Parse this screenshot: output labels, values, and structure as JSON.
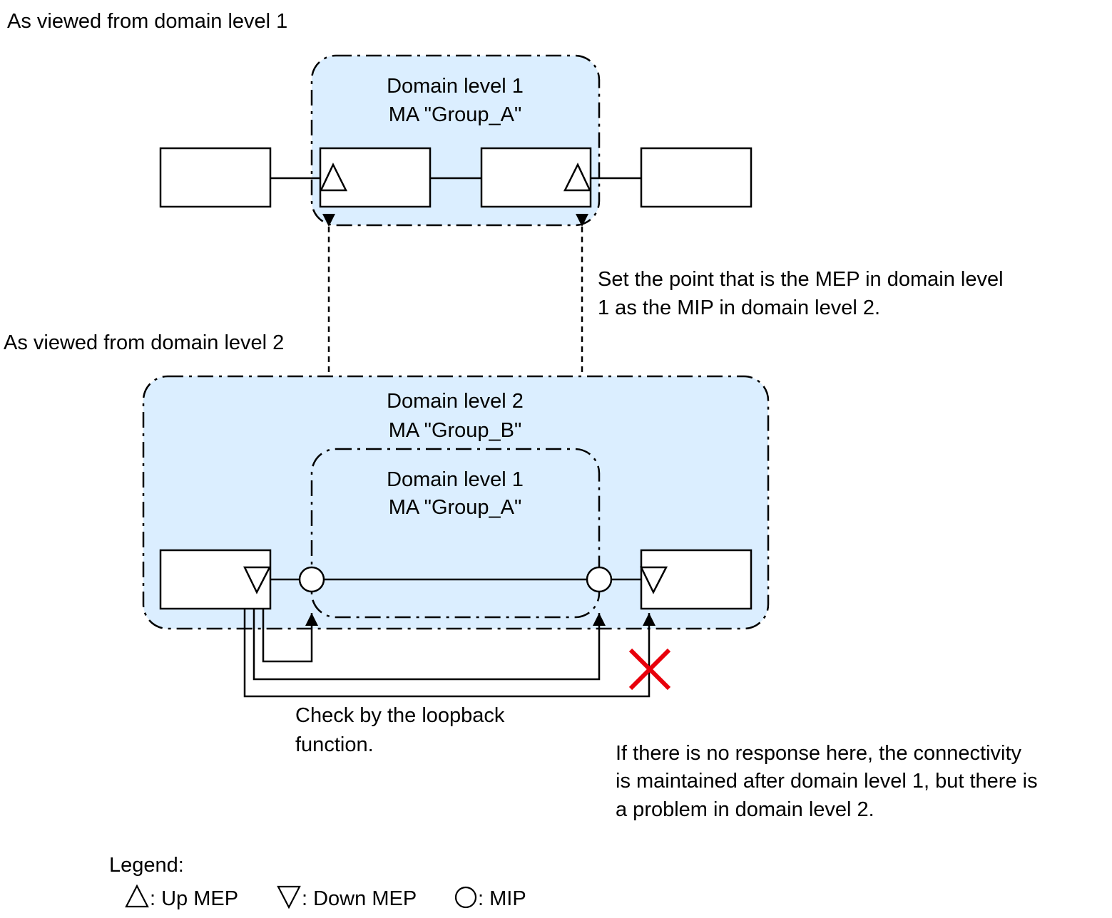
{
  "headings": {
    "level1_view": "As viewed from domain level 1",
    "level2_view": "As viewed from domain level 2"
  },
  "domains": {
    "top_level1": {
      "line1": "Domain level 1",
      "line2": "MA \"Group_A\""
    },
    "bottom_level2": {
      "line1": "Domain level 2",
      "line2": "MA \"Group_B\""
    },
    "bottom_level1": {
      "line1": "Domain level 1",
      "line2": "MA \"Group_A\""
    }
  },
  "notes": {
    "mep_to_mip": [
      "Set the point that is the MEP in domain level",
      "1 as the MIP in domain level 2."
    ],
    "loopback": [
      "Check by the loopback",
      "function."
    ],
    "no_response": [
      "If there is no response here, the connectivity",
      "is maintained after domain level 1, but there is",
      "a problem in domain level 2."
    ]
  },
  "legend": {
    "title": "Legend:",
    "up_mep": ": Up MEP",
    "down_mep": ": Down MEP",
    "mip": ": MIP"
  },
  "colors": {
    "domain_fill": "#dbeeff",
    "line": "#000000",
    "failure_mark": "#e8000b"
  }
}
